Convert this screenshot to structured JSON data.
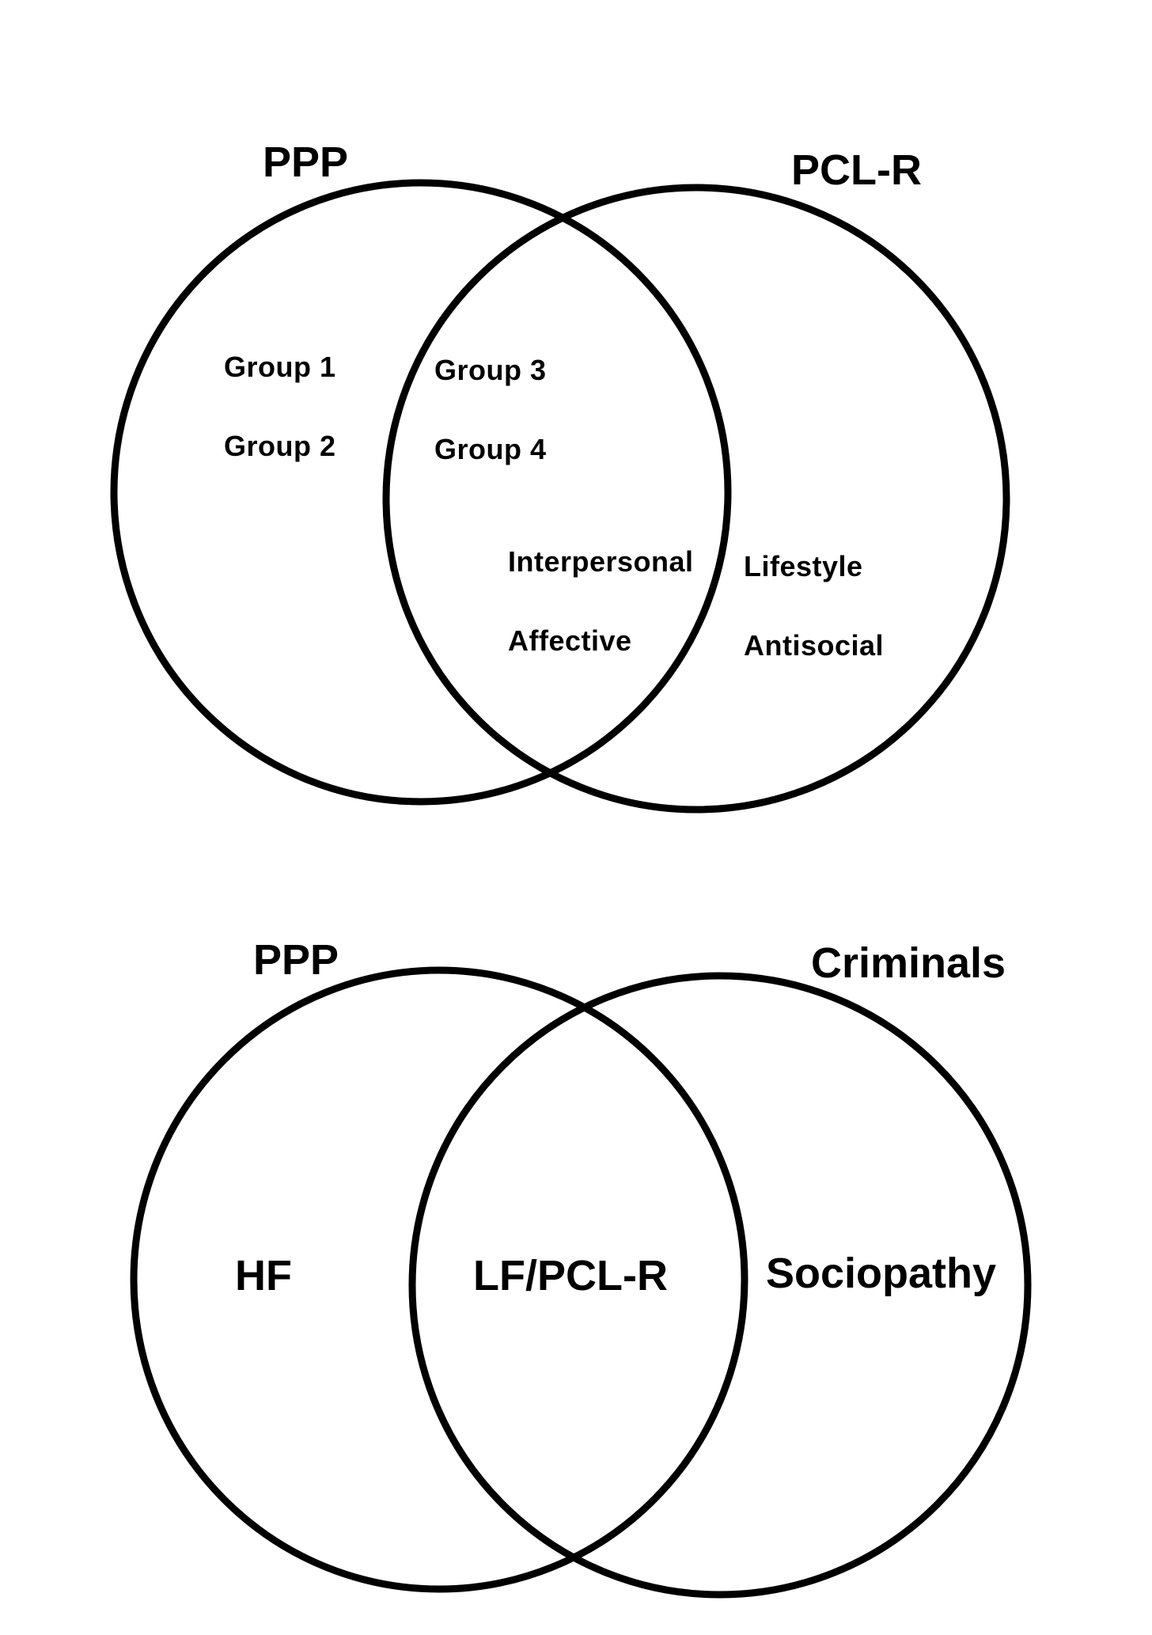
{
  "top_diagram": {
    "left_set": "PPP",
    "right_set": "PCL-R",
    "left_only": [
      "Group 1",
      "Group 2"
    ],
    "intersection_upper": [
      "Group 3",
      "Group 4"
    ],
    "intersection_lower": [
      "Interpersonal",
      "Affective"
    ],
    "right_only": [
      "Lifestyle",
      "Antisocial"
    ]
  },
  "bottom_diagram": {
    "left_set": "PPP",
    "right_set": "Criminals",
    "left_only": "HF",
    "intersection": "LF/PCL-R",
    "right_only": "Sociopathy"
  },
  "colors": {
    "stroke": "#000000",
    "background": "#ffffff"
  }
}
